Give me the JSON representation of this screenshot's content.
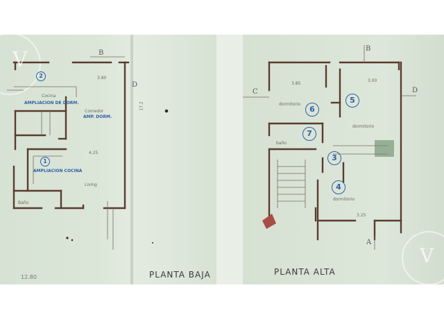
{
  "captions": {
    "planta_baja": "PLANTA BAJA",
    "planta_alta": "PLANTA ALTA"
  },
  "watermark": {
    "letter": "V",
    "icon": "watermark-logo-icon"
  },
  "axes": {
    "b": "B",
    "c": "C",
    "d": "D",
    "a": "A"
  },
  "planta_baja": {
    "room_numbers": [
      "2",
      "1"
    ],
    "notes": [
      "AMPLIACION DE DORM.",
      "AMP. DORM.",
      "AMPLIACION COCINA"
    ],
    "rooms": [
      "Cocina",
      "Comedor",
      "Living",
      "Baño"
    ],
    "dimensions": [
      "3.80",
      "4.25",
      "12.80",
      "17.2"
    ]
  },
  "planta_alta": {
    "room_numbers": [
      "6",
      "5",
      "7",
      "3",
      "4"
    ],
    "rooms": [
      "dormitorio",
      "dormitorio",
      "dormitorio",
      "baño"
    ],
    "dimensions": [
      "3.85",
      "3.00",
      "3.25"
    ]
  },
  "colors": {
    "paper": "#d9e4d6",
    "ink": "#5a3b2e",
    "accent_blue": "#2f5ea8",
    "red_hatch": "#a0322c"
  }
}
